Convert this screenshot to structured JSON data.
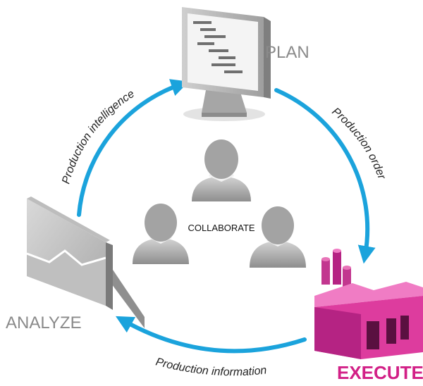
{
  "stages": {
    "plan": "PLAN",
    "execute": "EXECUTE",
    "analyze": "ANALYZE"
  },
  "center_label": "COLLABORATE",
  "flows": {
    "plan_to_execute": "Production order",
    "execute_to_analyze": "Production information",
    "analyze_to_plan": "Production intelligence"
  },
  "colors": {
    "arrow": "#1ba3dc",
    "execute_label": "#d21f86",
    "stage_label": "#8a8a8a",
    "factory_front": "#dd3c9e",
    "factory_side": "#b52383",
    "factory_roof": "#f07cc4",
    "person": "#9a9a9a",
    "person_light": "#c9c9c9"
  },
  "icons": {
    "plan": "monitor-icon",
    "execute": "factory-icon",
    "analyze": "chart-panel-icon",
    "people": "person-icon"
  }
}
